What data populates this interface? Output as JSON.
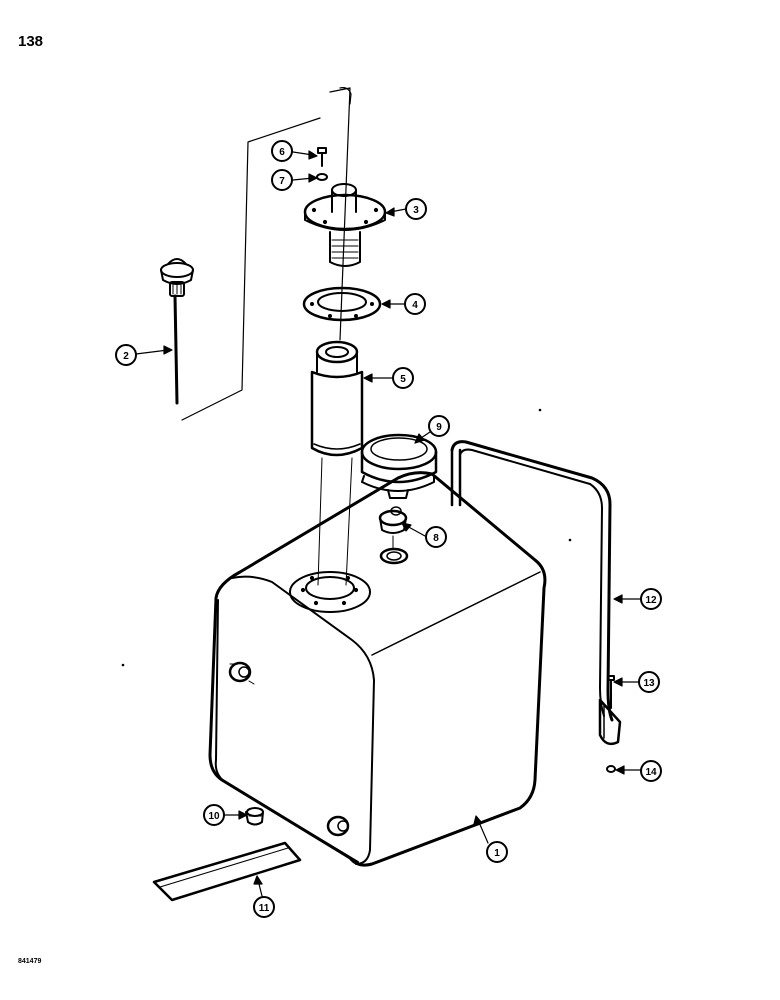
{
  "page": {
    "number": "138",
    "figure_code": "841479"
  },
  "callouts": [
    {
      "id": "1",
      "label": "1"
    },
    {
      "id": "2",
      "label": "2"
    },
    {
      "id": "3",
      "label": "3"
    },
    {
      "id": "4",
      "label": "4"
    },
    {
      "id": "5",
      "label": "5"
    },
    {
      "id": "6",
      "label": "6"
    },
    {
      "id": "7",
      "label": "7"
    },
    {
      "id": "8",
      "label": "8"
    },
    {
      "id": "9",
      "label": "9"
    },
    {
      "id": "10",
      "label": "10"
    },
    {
      "id": "11",
      "label": "11"
    },
    {
      "id": "12",
      "label": "12"
    },
    {
      "id": "13",
      "label": "13"
    },
    {
      "id": "14",
      "label": "14"
    }
  ]
}
